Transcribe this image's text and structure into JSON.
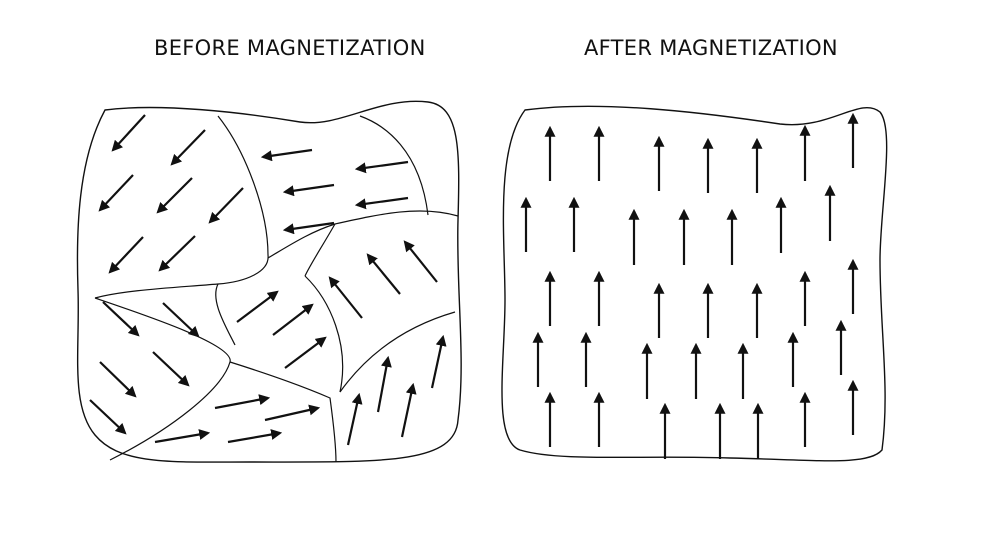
{
  "titles": {
    "before": "BEFORE MAGNETIZATION",
    "after": "AFTER MAGNETIZATION"
  },
  "colors": {
    "ink": "#111111",
    "background": "#ffffff"
  },
  "before_panel": {
    "domain_count": 9,
    "domains": [
      {
        "name": "top-left",
        "direction": "down-left"
      },
      {
        "name": "top-right",
        "direction": "left"
      },
      {
        "name": "middle-left",
        "direction": "down-right"
      },
      {
        "name": "center",
        "direction": "up-right"
      },
      {
        "name": "middle-right",
        "direction": "up-left"
      },
      {
        "name": "bottom-center",
        "direction": "right"
      },
      {
        "name": "bottom-right",
        "direction": "up"
      }
    ]
  },
  "after_panel": {
    "domain_count": 1,
    "direction": "up"
  }
}
